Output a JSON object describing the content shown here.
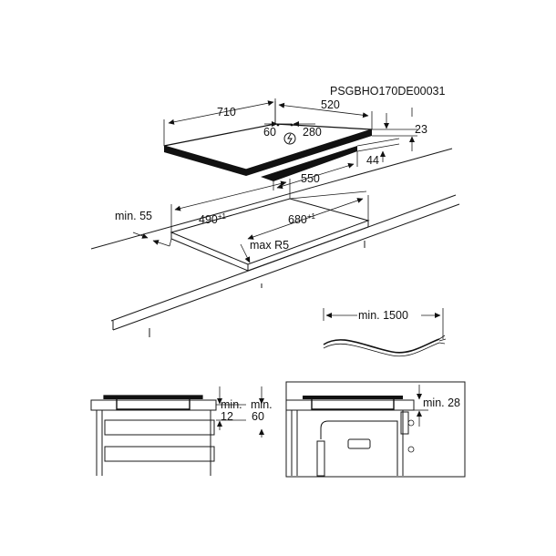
{
  "diagram_code": "PSGBHO170DE00031",
  "hob": {
    "width": "710",
    "depth": "520",
    "inner_left": "60",
    "inner_right": "280",
    "cutout_width": "550",
    "thickness": "23",
    "height_below": "44"
  },
  "cutout": {
    "min_front": "min. 55",
    "depth_value": "490",
    "depth_tol": "+1",
    "width_value": "680",
    "width_tol": "+1",
    "corner_radius": "max R5"
  },
  "cable": {
    "min_length": "min. 1500"
  },
  "section_left": {
    "min_label_a": "min.",
    "min_value_a": "12",
    "min_label_b": "min.",
    "min_value_b": "60"
  },
  "section_right": {
    "min_label": "min. 28"
  }
}
